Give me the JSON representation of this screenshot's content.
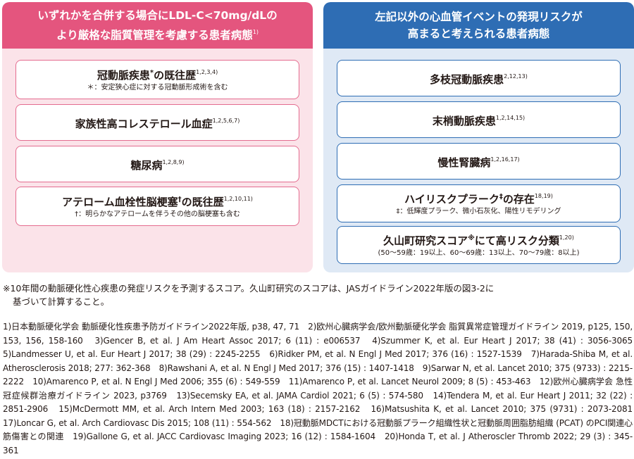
{
  "left_panel": {
    "title_line1": "いずれかを合併する場合にLDL-C<70mg/dLの",
    "title_line2": "より厳格な脂質管理を考慮する患者病態",
    "title_ref": "1)",
    "items": [
      {
        "main": "冠動脈疾患",
        "marker": "*",
        "suffix": "の既往歴",
        "refs": "1,2,3,4)",
        "sub": "＊：安定狭心症に対する冠動脈形成術を含む"
      },
      {
        "main": "家族性高コレステロール血症",
        "marker": "",
        "suffix": "",
        "refs": "1,2,5,6,7)",
        "sub": ""
      },
      {
        "main": "糖尿病",
        "marker": "",
        "suffix": "",
        "refs": "1,2,8,9)",
        "sub": ""
      },
      {
        "main": "アテローム血栓性脳梗塞",
        "marker": "†",
        "suffix": "の既往歴",
        "refs": "1,2,10,11)",
        "sub": "†：明らかなアテロームを伴うその他の脳梗塞も含む"
      }
    ]
  },
  "right_panel": {
    "title_line1": "左記以外の心血管イベントの発現リスクが",
    "title_line2": "高まると考えられる患者病態",
    "items": [
      {
        "main": "多枝冠動脈疾患",
        "marker": "",
        "suffix": "",
        "refs": "2,12,13)",
        "sub": ""
      },
      {
        "main": "末梢動脈疾患",
        "marker": "",
        "suffix": "",
        "refs": "1,2,14,15)",
        "sub": ""
      },
      {
        "main": "慢性腎臓病",
        "marker": "",
        "suffix": "",
        "refs": "1,2,16,17)",
        "sub": ""
      },
      {
        "main": "ハイリスクプラーク",
        "marker": "‡",
        "suffix": "の存在",
        "refs": "18,19)",
        "sub": "‡：低輝度プラーク、微小石灰化、陽性リモデリング"
      },
      {
        "main": "久山町研究スコア",
        "marker": "※",
        "suffix": "にて高リスク分類",
        "refs": "1,20)",
        "sub": "(50～59歳：19以上、60～69歳：13以上、70～79歳：8以上)"
      }
    ]
  },
  "footnote": {
    "line1": "※10年間の動脈硬化性心疾患の発症リスクを予測するスコア。久山町研究のスコアは、JASガイドライン2022年版の図3-2に",
    "line2": "基づいて計算すること。"
  },
  "references": "1)日本動脈硬化学会 動脈硬化性疾患予防ガイドライン2022年版, p38, 47, 71　2)欧州心臓病学会/欧州動脈硬化学会 脂質異常症管理ガイドライン 2019, p125, 150, 153, 156, 158-160　3)Gencer B, et al. J Am Heart Assoc 2017; 6 (11) : e006537　4)Szummer K, et al. Eur Heart J 2017; 38 (41) : 3056-3065　5)Landmesser U, et al. Eur Heart J 2017; 38 (29) : 2245-2255　6)Ridker PM, et al. N Engl J Med 2017; 376 (16) : 1527-1539　7)Harada-Shiba M, et al. Atherosclerosis 2018; 277: 362-368　8)Rawshani A, et al. N Engl J Med 2017; 376 (15) : 1407-1418　9)Sarwar N, et al. Lancet 2010; 375 (9733) : 2215-2222　10)Amarenco P, et al. N Engl J Med 2006; 355 (6) : 549-559　11)Amarenco P, et al. Lancet Neurol 2009; 8 (5) : 453-463　12)欧州心臓病学会 急性冠症候群治療ガイドライン 2023, p3769　13)Secemsky EA, et al. JAMA Cardiol 2021; 6 (5) : 574-580　14)Tendera M, et al. Eur Heart J 2011; 32 (22) : 2851-2906　15)McDermott MM, et al. Arch Intern Med 2003; 163 (18) : 2157-2162　16)Matsushita K, et al. Lancet 2010; 375 (9731) : 2073-2081　17)Loncar G, et al. Arch Cardiovasc Dis 2015; 108 (11) : 554-562　18)冠動脈MDCTにおける冠動脈プラーク組織性状と冠動脈周囲脂肪組織 (PCAT) のPCI関連心筋傷害との関連　19)Gallone G, et al. JACC Cardiovasc Imaging 2023; 16 (12) : 1584-1604　20)Honda T, et al. J Atheroscler Thromb 2022; 29 (3) : 345-361"
}
